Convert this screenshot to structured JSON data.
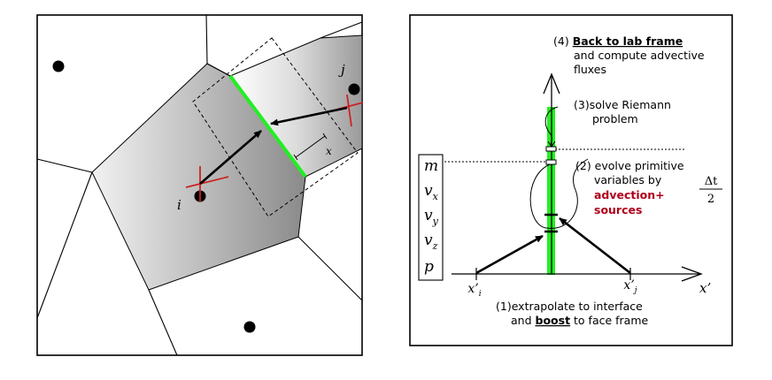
{
  "left_panel": {
    "cell_i_label": "i",
    "cell_j_label": "j",
    "distance_label": "x"
  },
  "right_panel": {
    "step4_prefix": "(4) ",
    "step4_bold": "Back to lab frame",
    "step4_line2": "and compute advective",
    "step4_line3": "fluxes",
    "step3_line1": "(3)solve Riemann",
    "step3_line2": "problem",
    "step2_line1": "(2) evolve primitive",
    "step2_line2": "variables by",
    "step2_red1": "advection+",
    "step2_red2": "sources",
    "frac_num": "Δt",
    "frac_den": "2",
    "step1_line1": "(1)extrapolate to interface",
    "step1_line2_pre": "and ",
    "step1_bold": "boost",
    "step1_line2_post": " to face frame",
    "axis_label": "x’",
    "xi_label": "x’",
    "xi_sub": "i",
    "xj_label": "x’",
    "xj_sub": "j",
    "vars": [
      {
        "sym": "m",
        "sub": ""
      },
      {
        "sym": "v",
        "sub": "x"
      },
      {
        "sym": "v",
        "sub": "y"
      },
      {
        "sym": "v",
        "sub": "z"
      },
      {
        "sym": "p",
        "sub": ""
      }
    ]
  },
  "colors": {
    "interface": "#22ee22",
    "marker": "#cc2222",
    "highlight_text": "#b0001a"
  }
}
